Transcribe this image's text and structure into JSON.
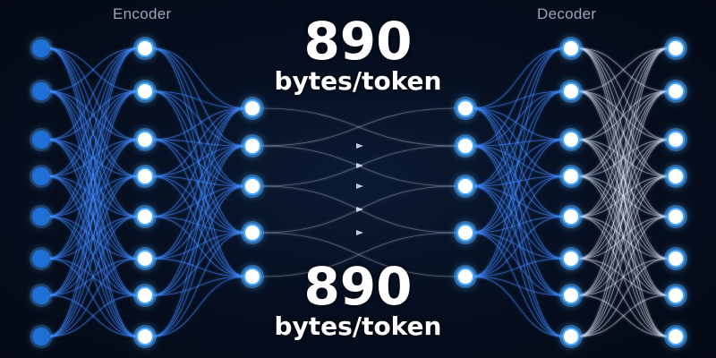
{
  "labels": {
    "encoder": "Encoder",
    "decoder": "Decoder"
  },
  "metric_top": {
    "value": "890",
    "unit": "bytes/token"
  },
  "metric_bottom": {
    "value": "890",
    "unit": "bytes/token"
  },
  "network": {
    "layer_node_counts": [
      8,
      8,
      5,
      5,
      8,
      8
    ],
    "colors": {
      "input_node": "#1e6fd6",
      "hidden_node": "#ffffff",
      "node_glow": "#4aa8ff",
      "edge_blue": "#3f86ff",
      "edge_white": "#e3ecff",
      "bottleneck_arrow": "#dfe9ff"
    }
  }
}
